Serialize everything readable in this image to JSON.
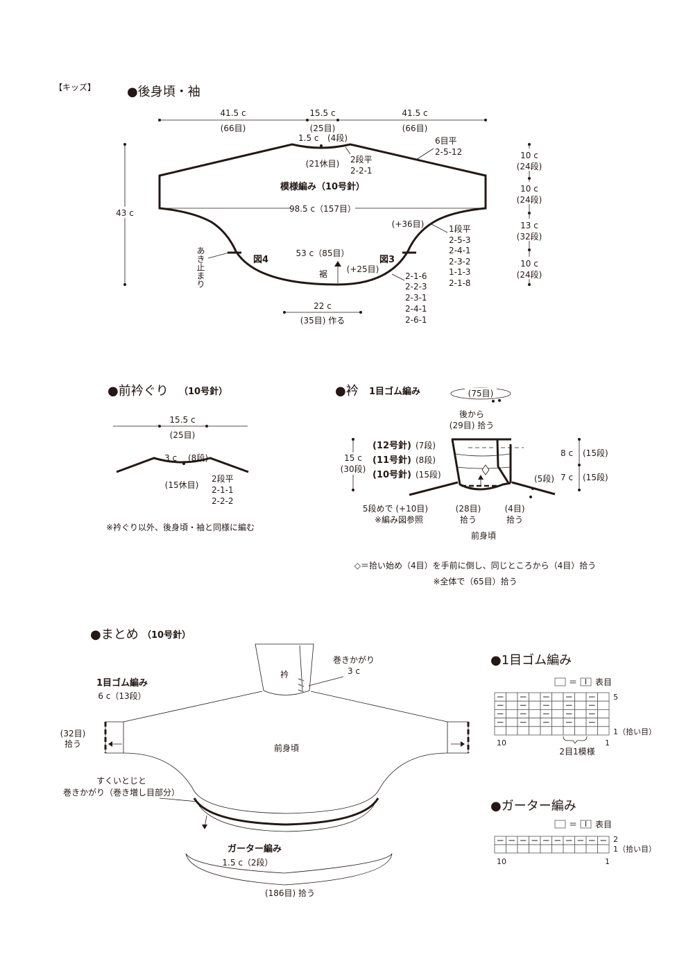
{
  "kids_label": "【キッズ】",
  "back": {
    "title": "●後身頃・袖",
    "dim_top": [
      {
        "cm": "41.5 c",
        "st": "(66目)"
      },
      {
        "cm": "15.5 c",
        "st": "(25目)"
      },
      {
        "cm": "41.5 c",
        "st": "(66目)"
      }
    ],
    "neck_cm": "1.5 c",
    "neck_rows": "(4段)",
    "neck_rest": "(21休目)",
    "neck_dec": [
      "2段平",
      "2-2-1"
    ],
    "shoulder_dec": [
      "6目平",
      "2-5-12"
    ],
    "pattern": "模様編み（10号針）",
    "width": "98.5 c（157目）",
    "height": "43 c",
    "right_dims": [
      {
        "cm": "10 c",
        "rows": "(24段)"
      },
      {
        "cm": "10 c",
        "rows": "(24段)"
      },
      {
        "cm": "13 c",
        "rows": "(32段)"
      },
      {
        "cm": "10 c",
        "rows": "(24段)"
      }
    ],
    "plus36": "(+36目)",
    "side_inc": [
      "1段平",
      "2-5-3",
      "2-4-1",
      "2-3-2",
      "1-1-3",
      "2-1-8"
    ],
    "hem_width": "53 c（85目）",
    "fig4": "図4",
    "fig3": "図3",
    "hem": "裾",
    "plus25": "(+25目)",
    "opening": "あき止まり",
    "bottom_inc": [
      "2-1-6",
      "2-2-3",
      "2-3-1",
      "2-4-1",
      "2-6-1"
    ],
    "cast_cm": "22 c",
    "cast_st": "(35目) 作る"
  },
  "front_neck": {
    "title": "●前衿ぐり",
    "needle": "（10号針）",
    "width_cm": "15.5 c",
    "width_st": "(25目)",
    "depth_cm": "3 c",
    "depth_rows": "(8段)",
    "rest": "(15休目)",
    "dec": [
      "2段平",
      "2-1-1",
      "2-2-2"
    ],
    "note": "※衿ぐり以外、後身頃・袖と同様に編む"
  },
  "collar": {
    "title": "●衿",
    "subtitle": "1目ゴム編み",
    "total": "(75目)",
    "from_back": [
      "後から",
      "(29目) 拾う"
    ],
    "needles": [
      {
        "needle": "(12号針)",
        "rows": "(7段)"
      },
      {
        "needle": "(11号針)",
        "rows": "(8段)"
      },
      {
        "needle": "(10号針)",
        "rows": "(15段)"
      }
    ],
    "height_cm": "15 c",
    "height_rows": "(30段)",
    "right_dims": [
      {
        "cm": "8 c",
        "rows": "(15段)"
      },
      {
        "cm": "7 c",
        "rows": "(15段)"
      }
    ],
    "five_rows": "(5段)",
    "inc_note": [
      "5段めで (+10目)",
      "※編み図参照"
    ],
    "pick28": [
      "(28目)",
      "拾う"
    ],
    "pick4": [
      "(4目)",
      "拾う"
    ],
    "front_body": "前身頃",
    "notes": [
      "◇＝拾い始め（4目）を手前に倒し、同じところから（4目）拾う",
      "※全体で（65目）拾う"
    ]
  },
  "finish": {
    "title": "●まとめ",
    "needle": "（10号針）",
    "collar": "衿",
    "whip": [
      "巻きかがり",
      "3 c"
    ],
    "rib": "1目ゴム編み",
    "rib_dim": "6 c（13段）",
    "pick32": [
      "(32目)",
      "拾う"
    ],
    "front_body": "前身頃",
    "seam": [
      "すくいとじと",
      "巻きかがり（巻き増し目部分）"
    ],
    "garter": "ガーター編み",
    "garter_dim": "1.5 c（2段）",
    "pick186": "(186目) 拾う"
  },
  "chart_rib": {
    "title": "●1目ゴム編み",
    "legend_eq": "＝",
    "legend_symbol": "I",
    "legend_label": "表目",
    "row_top": "5",
    "row_bottom": "1（拾い目）",
    "col_left": "10",
    "col_right": "1",
    "repeat": "2目1模様",
    "cols": 10,
    "rows": 5
  },
  "chart_garter": {
    "title": "●ガーター編み",
    "legend_eq": "＝",
    "legend_symbol": "I",
    "legend_label": "表目",
    "row_top": "2",
    "row_bottom": "1（拾い目）",
    "col_left": "10",
    "col_right": "1",
    "cols": 10,
    "rows": 2
  }
}
